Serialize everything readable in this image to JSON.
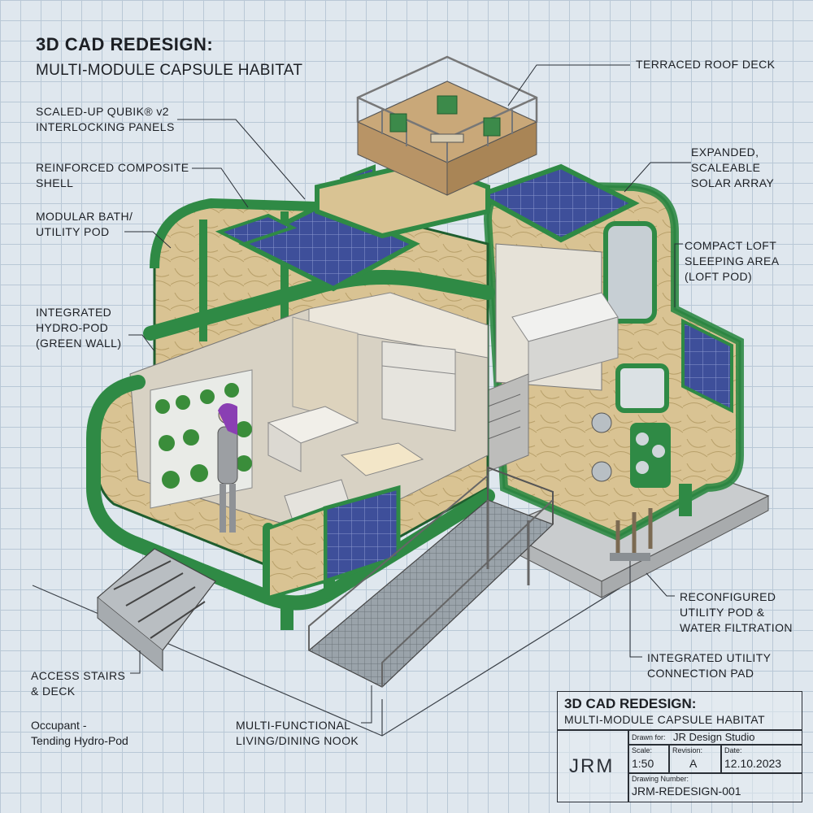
{
  "title": {
    "main": "3D CAD REDESIGN:",
    "sub": "MULTI-MODULE CAPSULE HABITAT"
  },
  "callouts": {
    "panels": [
      "SCALED-UP QUBIK® v2",
      "INTERLOCKING PANELS"
    ],
    "shell": [
      "REINFORCED COMPOSITE",
      "SHELL"
    ],
    "bath": [
      "MODULAR BATH/",
      "UTILITY POD"
    ],
    "hydro": [
      "INTEGRATED",
      "HYDRO-POD",
      "(GREEN WALL)"
    ],
    "roof": [
      "TERRACED ROOF DECK"
    ],
    "solar": [
      "EXPANDED,",
      "SCALEABLE",
      "SOLAR ARRAY"
    ],
    "loft": [
      "COMPACT LOFT",
      "SLEEPING AREA",
      "(LOFT POD)"
    ],
    "utility": [
      "RECONFIGURED",
      "UTILITY POD &",
      "WATER FILTRATION"
    ],
    "pad": [
      "INTEGRATED UTILITY",
      "CONNECTION PAD"
    ],
    "stairs": [
      "ACCESS STAIRS",
      "& DECK"
    ],
    "occupant": [
      "Occupant -",
      "Tending Hydro-Pod"
    ],
    "nook": [
      "MULTI-FUNCTIONAL",
      "LIVING/DINING NOOK"
    ]
  },
  "title_block": {
    "title1": "3D CAD REDESIGN:",
    "title2": "MULTI-MODULE CAPSULE HABITAT",
    "drawn_for_label": "Drawn for:",
    "drawn_for": "JR Design Studio",
    "scale_label": "Scale:",
    "scale": "1:50",
    "revision_label": "Revision:",
    "revision": "A",
    "date_label": "Date:",
    "date": "12.10.2023",
    "drawing_number_label": "Drawing Number:",
    "drawing_number": "JRM-REDESIGN-001",
    "logo": "JRM"
  },
  "colors": {
    "grid": "#b9c8d6",
    "frame_green": "#2f8a45",
    "shell_tan": "#d9c393",
    "solar_blue": "#3e4f9a"
  }
}
